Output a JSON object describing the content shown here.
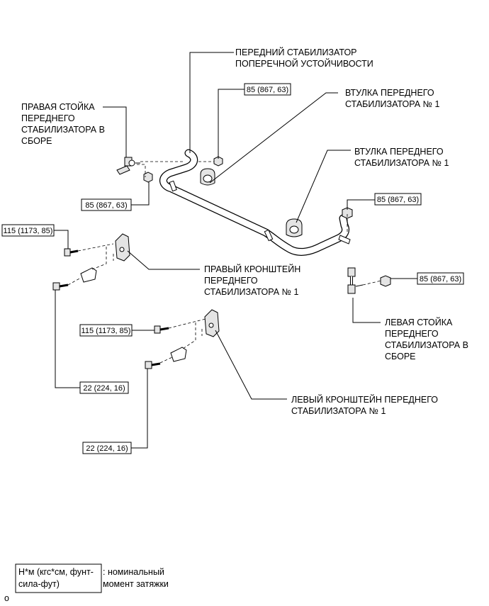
{
  "labels": {
    "front_stabilizer": [
      "ПЕРЕДНИЙ СТАБИЛИЗАТОР",
      "ПОПЕРЕЧНОЙ УСТОЙЧИВОСТИ"
    ],
    "bushing_1": [
      "ВТУЛКА ПЕРЕДНЕГО",
      "СТАБИЛИЗАТОРА № 1"
    ],
    "bushing_2": [
      "ВТУЛКА ПЕРЕДНЕГО",
      "СТАБИЛИЗАТОРА № 1"
    ],
    "right_link": [
      "ПРАВАЯ СТОЙКА",
      "ПЕРЕДНЕГО",
      "СТАБИЛИЗАТОРА В",
      "СБОРЕ"
    ],
    "left_link": [
      "ЛЕВАЯ СТОЙКА",
      "ПЕРЕДНЕГО",
      "СТАБИЛИЗАТОРА В",
      "СБОРЕ"
    ],
    "right_bracket": [
      "ПРАВЫЙ КРОНШТЕЙН",
      "ПЕРЕДНЕГО",
      "СТАБИЛИЗАТОРА № 1"
    ],
    "left_bracket": [
      "ЛЕВЫЙ КРОНШТЕЙН ПЕРЕДНЕГО",
      "СТАБИЛИЗАТОРА № 1"
    ]
  },
  "torques": {
    "nut_top_right_link": "85 (867, 63)",
    "nut_bottom_right_link": "85 (867, 63)",
    "nut_top_left_link": "85 (867, 63)",
    "nut_bottom_left_link": "85 (867, 63)",
    "bolt_right_bracket": "115 (1173, 85)",
    "bolt_left_bracket": "115 (1173, 85)",
    "bolt_right_clamp": "22 (224, 16)",
    "bolt_left_clamp": "22 (224, 16)"
  },
  "legend": {
    "box_text": [
      "Н*м (кгс*см, фунт-",
      "сила-фут)"
    ],
    "desc_text": [
      ": номинальный",
      "момент затяжки"
    ]
  },
  "footer_code": "o"
}
